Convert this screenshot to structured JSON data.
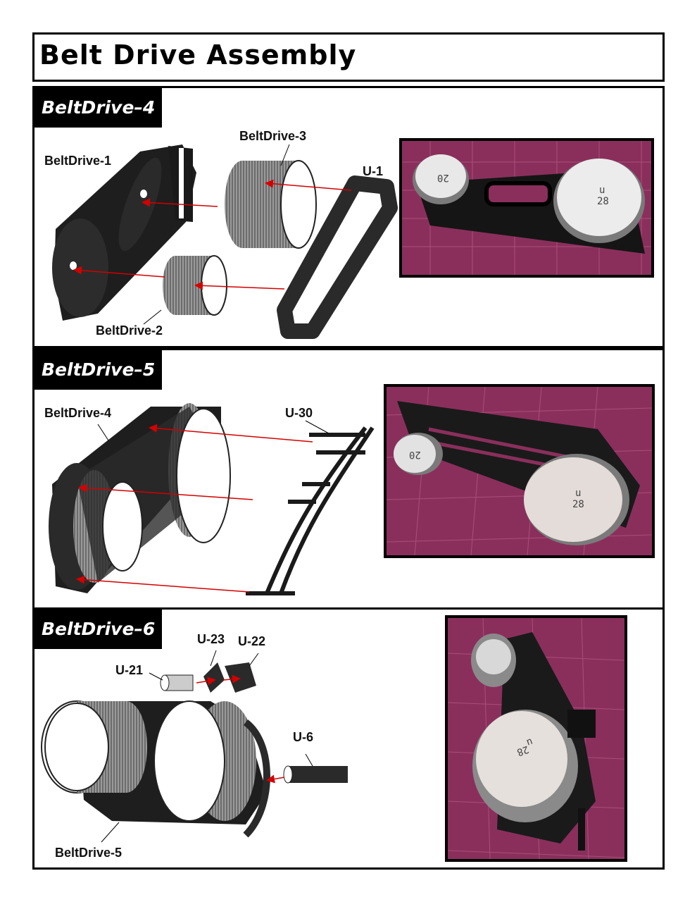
{
  "page": {
    "title": "Belt Drive Assembly"
  },
  "steps": [
    {
      "tab": "BeltDrive–4",
      "labels": {
        "p1": "BeltDrive-1",
        "p3": "BeltDrive-3",
        "u1": "U-1",
        "p2": "BeltDrive-2"
      },
      "photo_text": {
        "small": "20",
        "big_a": "u",
        "big_b": "28"
      }
    },
    {
      "tab": "BeltDrive–5",
      "labels": {
        "p4": "BeltDrive-4",
        "u30": "U-30"
      },
      "photo_text": {
        "small": "20",
        "big_a": "u",
        "big_b": "28"
      }
    },
    {
      "tab": "BeltDrive–6",
      "labels": {
        "u23": "U-23",
        "u22": "U-22",
        "u21": "U-21",
        "u6": "U-6",
        "p5": "BeltDrive-5"
      },
      "photo_text": {
        "big_a": "u",
        "big_b": "28"
      }
    }
  ],
  "colors": {
    "arrow": "#d40000",
    "mat": "#8a2f5c",
    "part": "#1e1e1e"
  }
}
